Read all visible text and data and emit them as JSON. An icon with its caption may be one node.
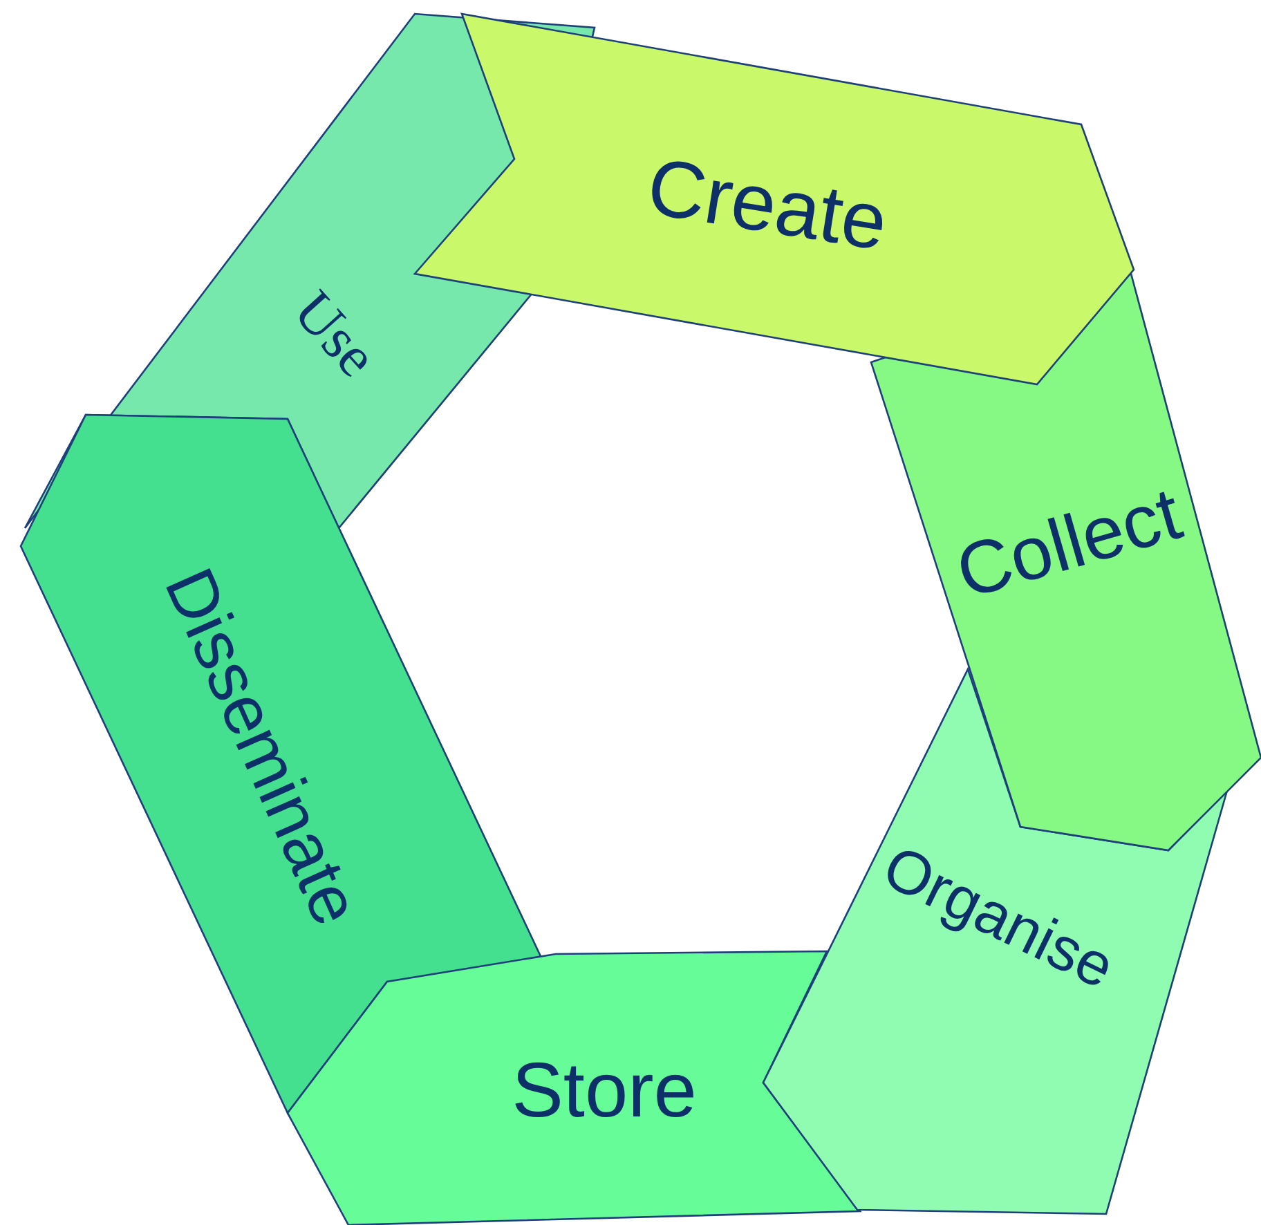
{
  "diagram": {
    "nodes": [
      {
        "text": [
          "Create"
        ]
      },
      {
        "text": [
          "Collect"
        ]
      },
      {
        "text": [
          "Organise"
        ]
      },
      {
        "text": [
          "Store"
        ]
      },
      {
        "text": [
          "Disseminate"
        ]
      },
      {
        "text": [
          "Use"
        ]
      }
    ]
  }
}
